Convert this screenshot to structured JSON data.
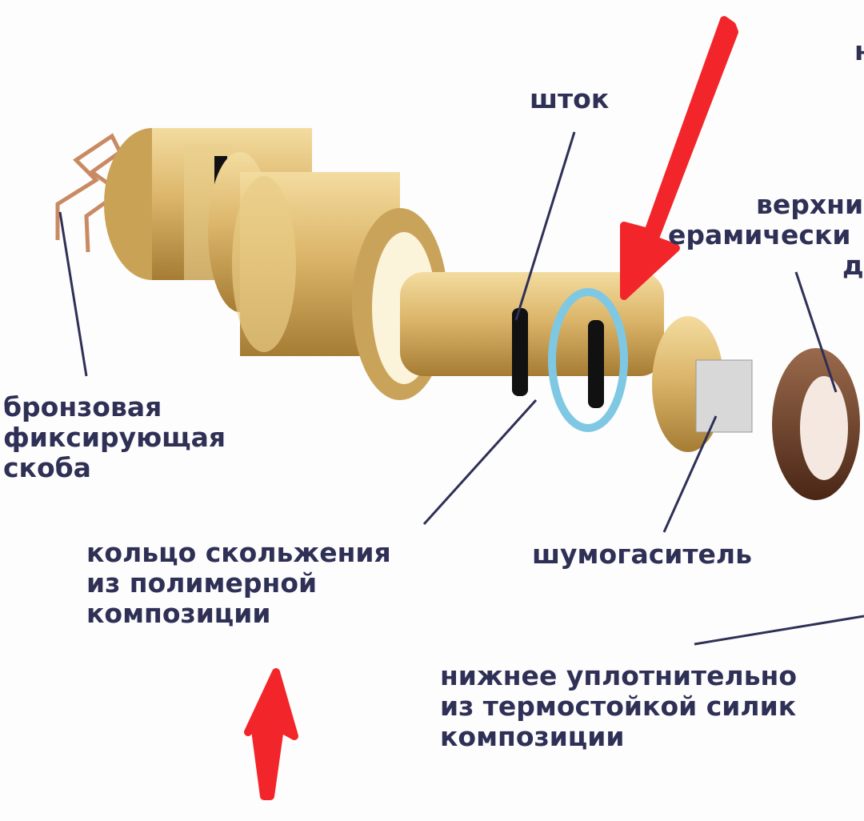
{
  "labels": {
    "top_right_partial": "н",
    "stem": "шток",
    "upper_ceramic_disk": [
      "верхни",
      "ерамически",
      "ди"
    ],
    "bronze_clip": [
      "бронзовая",
      "фиксирующая",
      "скоба"
    ],
    "slide_ring": [
      "кольцо скольжения",
      "из полимерной",
      "композиции"
    ],
    "silencer": "шумогаситель",
    "lower_seal": [
      "нижнее уплотнительно",
      "из термостойкой силик",
      "композиции"
    ]
  },
  "colors": {
    "brass": "#d9b567",
    "brass_dark": "#a8813a",
    "oring": "#1a1a1a",
    "slide_ring": "#7ec8e3",
    "brown_part": "#6b3d26",
    "arrow": "#f2262a",
    "text": "#2f3056"
  }
}
